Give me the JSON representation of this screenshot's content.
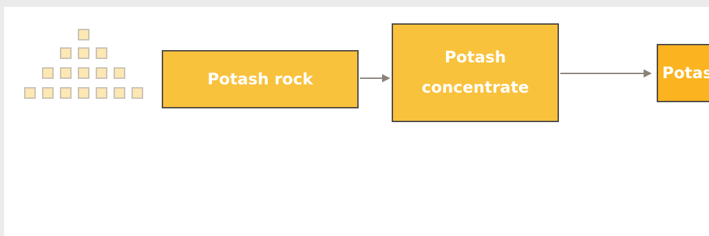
{
  "colors": {
    "node_fill": "#f9c23c",
    "node_fill_last": "#fbb41f",
    "node_border": "#4f4a45",
    "arrow": "#8c8279",
    "pyramid_fill": "#fde7b3",
    "pyramid_border": "#c9c2b6"
  },
  "icon": "pyramid-stack-icon",
  "nodes": [
    {
      "label": "Potash rock"
    },
    {
      "label_line1": "Potash",
      "label_line2": "concentrate"
    },
    {
      "label": "Potas"
    }
  ]
}
